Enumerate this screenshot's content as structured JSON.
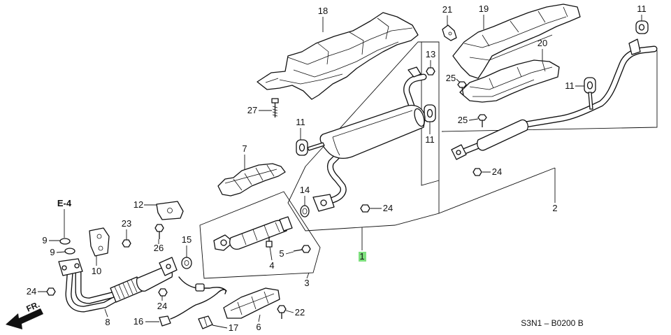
{
  "diagram": {
    "callouts": [
      "18",
      "21",
      "19",
      "11",
      "13",
      "20",
      "25",
      "11",
      "27",
      "11",
      "25",
      "11",
      "7",
      "24",
      "14",
      "24",
      "2",
      "E-4",
      "12",
      "23",
      "9",
      "9",
      "15",
      "26",
      "10",
      "5",
      "4",
      "1",
      "3",
      "24",
      "24",
      "8",
      "16",
      "17",
      "6",
      "22"
    ],
    "highlight": {
      "callout": "1",
      "color": "#7ee07e"
    },
    "direction_arrow_label": "FR.",
    "drawing_code": "S3N1 – B0200 B"
  }
}
